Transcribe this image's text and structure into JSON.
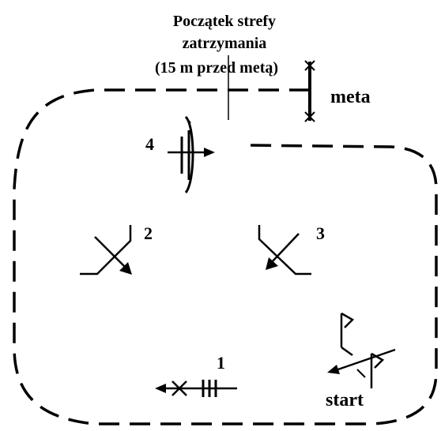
{
  "header": {
    "line1": "Początek strefy",
    "line2": "zatrzymania",
    "line3": "(15 m przed metą)"
  },
  "labels": {
    "finish": "meta",
    "start": "start",
    "obstacle_1": "1",
    "obstacle_2": "2",
    "obstacle_3": "3",
    "obstacle_4": "4"
  },
  "colors": {
    "ink": "#000000",
    "background": "#ffffff"
  }
}
